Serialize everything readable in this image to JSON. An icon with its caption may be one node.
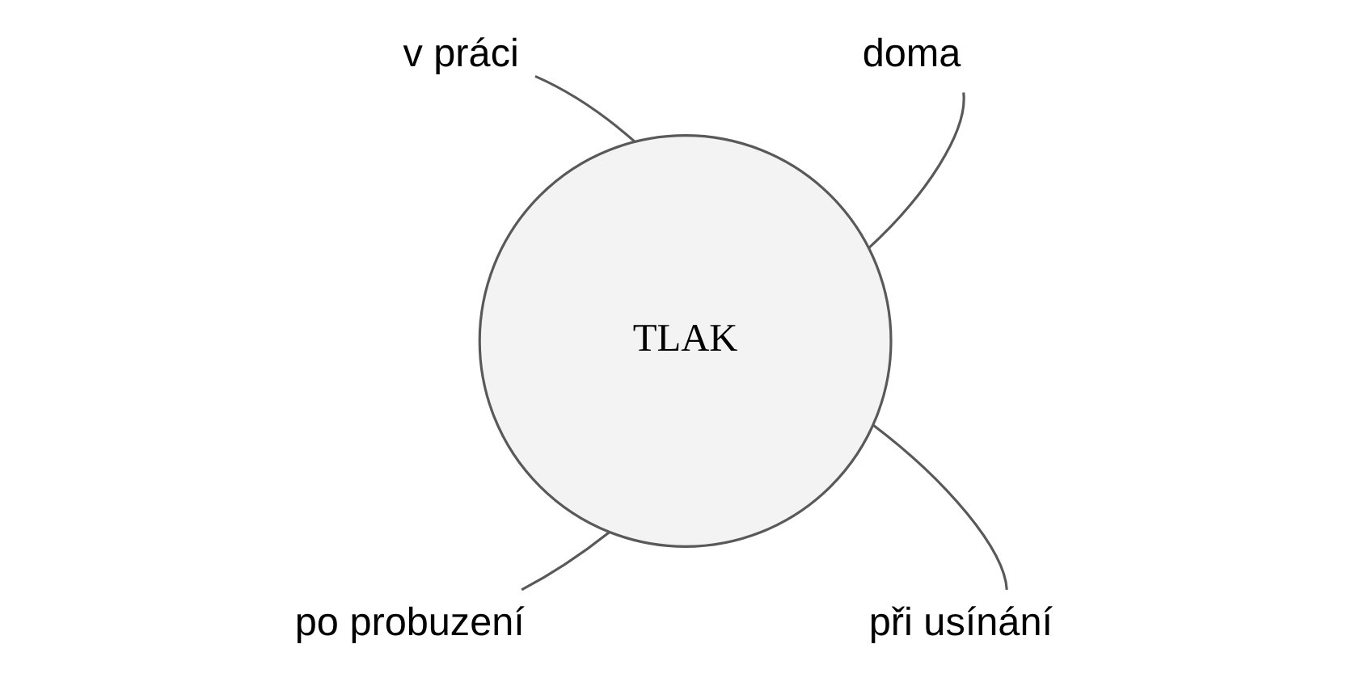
{
  "diagram": {
    "nodes": [
      {
        "text": [
          "v práci"
        ]
      },
      {
        "text": [
          "doma"
        ]
      },
      {
        "text": [
          "TLAK"
        ]
      },
      {
        "text": [
          "po probuzení"
        ]
      },
      {
        "text": [
          "při usínání"
        ]
      }
    ],
    "edges": [
      {
        "from": 0,
        "to": 2,
        "arrow": "none"
      },
      {
        "from": 1,
        "to": 2,
        "arrow": "none"
      },
      {
        "from": 3,
        "to": 2,
        "arrow": "none"
      },
      {
        "from": 4,
        "to": 2,
        "arrow": "none"
      }
    ]
  }
}
